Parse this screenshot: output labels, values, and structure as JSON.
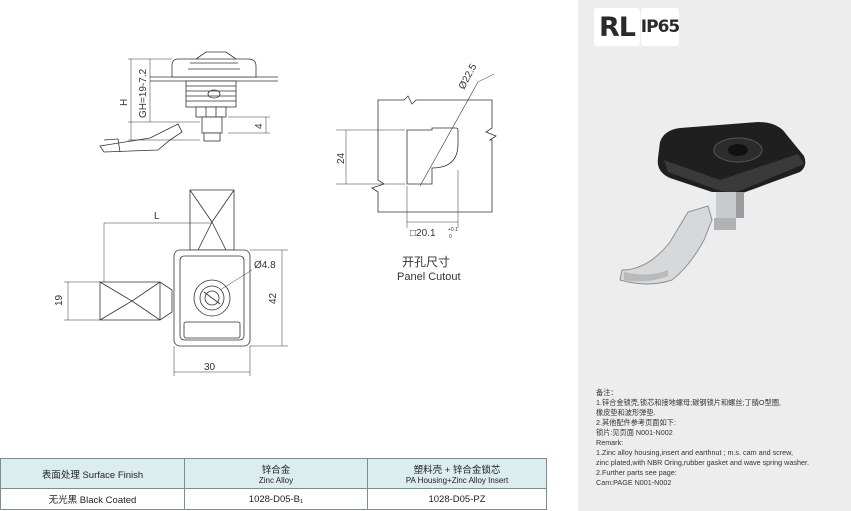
{
  "badges": {
    "rl": "RL",
    "ip": "IP65"
  },
  "dims": {
    "gh": "GH=19-7.2",
    "h": "H",
    "four": "4",
    "l": "L",
    "nineteen": "19",
    "diam48": "Ø4.8",
    "fortytwo": "42",
    "thirty": "30",
    "diam225": "Ø22.5",
    "twentyfour": "24",
    "square": "□20.1",
    "tol_up": "+0.1",
    "tol_down": "0"
  },
  "cutout": {
    "cn": "开孔尺寸",
    "en": "Panel Cutout"
  },
  "remarks": [
    "备注：",
    "1.锌合金锁壳,锁芯和接地螺母;碳钢锁片和螺丝;丁腈O型圈,",
    "橡皮垫和波形弹垫.",
    "2.其他配件参考页面如下:",
    "锁片:见页面 N001-N002",
    "Remark:",
    "1.Zinc alloy housing,insert and earthnut ; m.s. cam and screw,",
    "zinc plated,with NBR Oring,rubber gasket and wave spring washer.",
    "2.Further parts see page:",
    "Cam:PAGE N001-N002"
  ],
  "table": {
    "h_finish": "表面处理 Surface Finish",
    "h_zinc_cn": "锌合金",
    "h_zinc_en": "Zinc Alloy",
    "h_pa_cn": "塑料壳 + 锌合金锁芯",
    "h_pa_en": "PA Housing+Zinc Alloy Insert",
    "r_finish": "无光黑 Black Coated",
    "r_zinc": "1028-D05-B₁",
    "r_pa": "1028-D05-PZ"
  }
}
